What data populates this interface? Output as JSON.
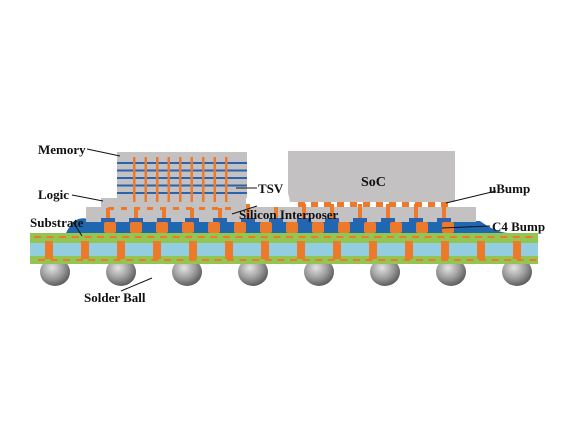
{
  "labels": {
    "memory": "Memory",
    "logic": "Logic",
    "tsv": "TSV",
    "soc": "SoC",
    "ubump": "uBump",
    "substrate": "Substrate",
    "silicon_interposer": "Silicon Interposer",
    "c4_bump": "C4 Bump",
    "solder_ball": "Solder Ball"
  },
  "colors": {
    "die_gray": "#c3c1c1",
    "copper": "#ed7a2a",
    "blue": "#2b63ae",
    "underfill": "#1f67b0",
    "substrate_green": "#92c552",
    "substrate_cyan": "#93cde0",
    "ball_gray": "#8f8f8f"
  },
  "counts": {
    "memory_layers": 5,
    "memory_tsv": 9,
    "interposer_pillars": 13,
    "solder_balls": 8
  }
}
